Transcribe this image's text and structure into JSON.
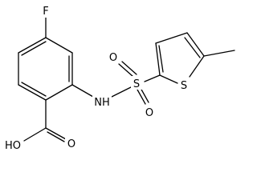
{
  "atoms": {
    "fluorine": "F",
    "hydroxyl": "HO",
    "carbonyl_oxygen": "O",
    "amine": "NH",
    "sulfur_sulfonyl": "S",
    "sulfonyl_oxygen_top": "O",
    "sulfonyl_oxygen_bottom": "O",
    "thiophene_sulfur": "S"
  },
  "colors": {
    "bond": "#000000",
    "label": "#000000",
    "background": "#ffffff"
  }
}
